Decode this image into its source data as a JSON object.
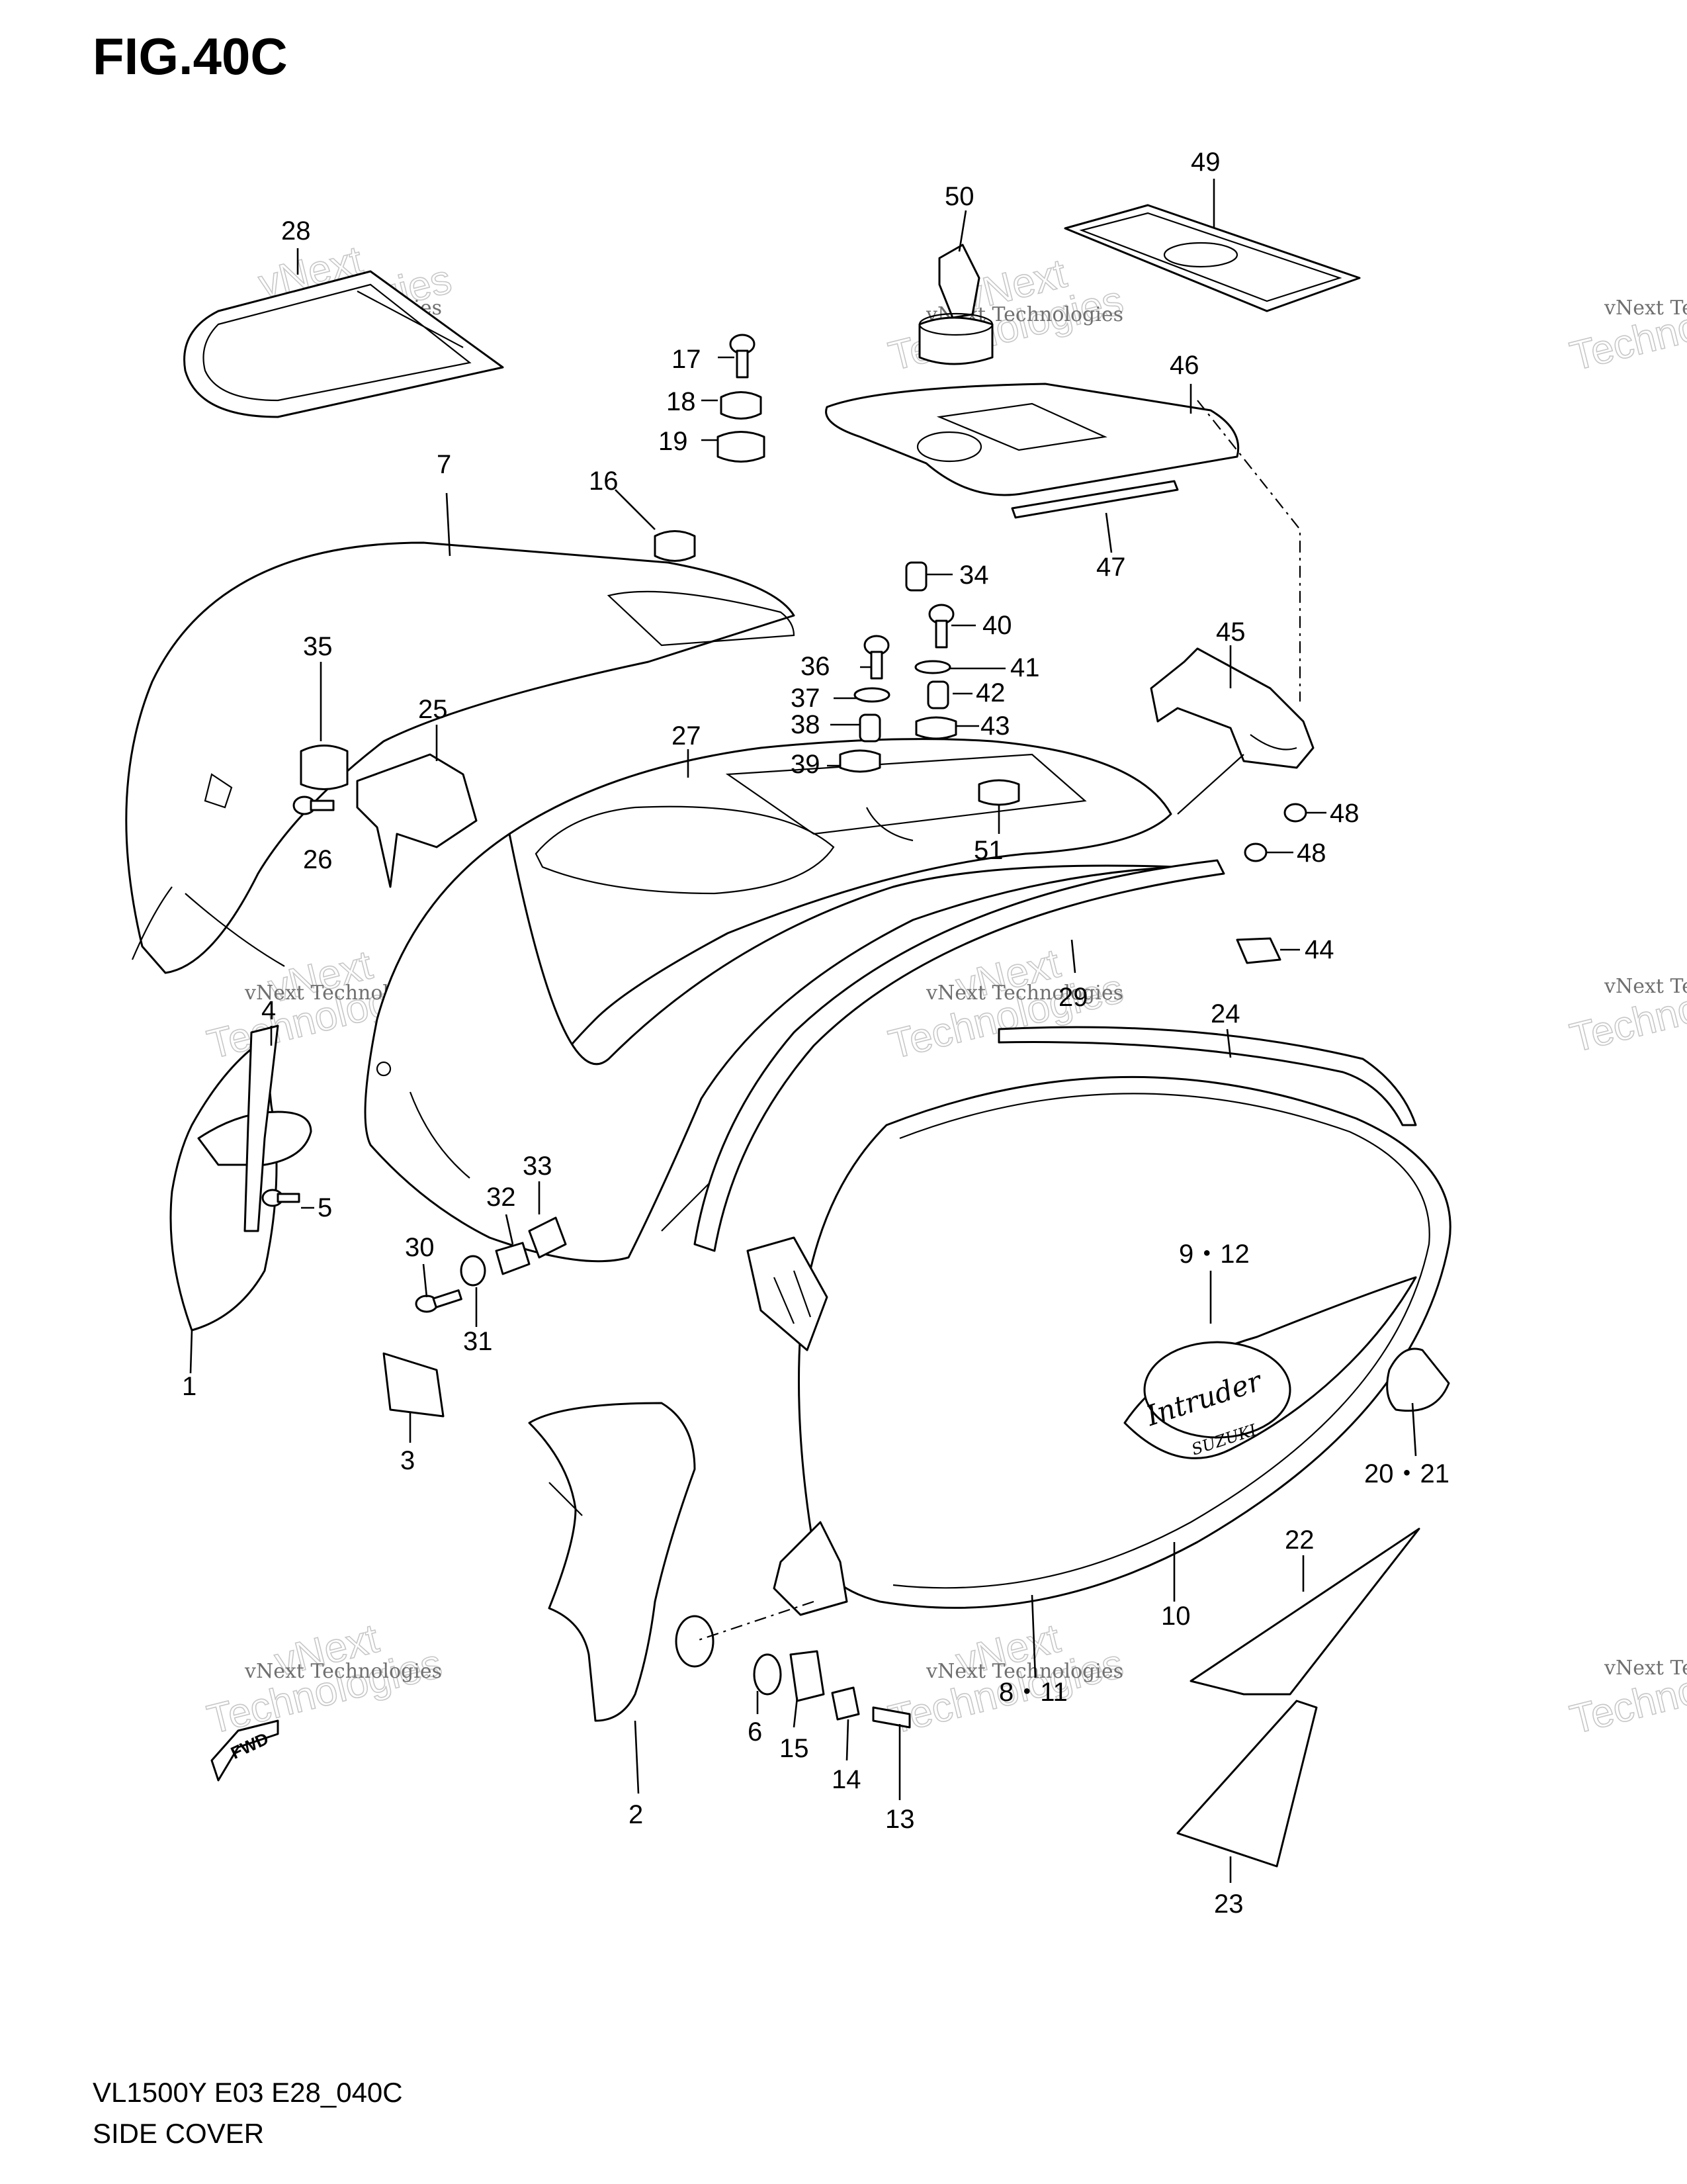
{
  "figure": {
    "title": "FIG.40C",
    "model_code": "VL1500Y E03 E28_040C",
    "section_name": "SIDE COVER"
  },
  "watermark": {
    "line_small": "vNext Technologies",
    "line_large": "Technologies",
    "line_mid": "vNext"
  },
  "badge": {
    "brand_script": "Intruder",
    "maker_script": "SUZUKI",
    "fwd_label": "FWD"
  },
  "labels": [
    {
      "id": "1",
      "text": "1"
    },
    {
      "id": "2",
      "text": "2"
    },
    {
      "id": "3",
      "text": "3"
    },
    {
      "id": "4",
      "text": "4"
    },
    {
      "id": "5",
      "text": "5"
    },
    {
      "id": "6",
      "text": "6"
    },
    {
      "id": "7",
      "text": "7"
    },
    {
      "id": "8-11",
      "text": "8・11"
    },
    {
      "id": "9-12",
      "text": "9・12"
    },
    {
      "id": "10",
      "text": "10"
    },
    {
      "id": "13",
      "text": "13"
    },
    {
      "id": "14",
      "text": "14"
    },
    {
      "id": "15",
      "text": "15"
    },
    {
      "id": "16",
      "text": "16"
    },
    {
      "id": "17",
      "text": "17"
    },
    {
      "id": "18",
      "text": "18"
    },
    {
      "id": "19",
      "text": "19"
    },
    {
      "id": "20-21",
      "text": "20・21"
    },
    {
      "id": "22",
      "text": "22"
    },
    {
      "id": "23",
      "text": "23"
    },
    {
      "id": "24",
      "text": "24"
    },
    {
      "id": "25",
      "text": "25"
    },
    {
      "id": "26",
      "text": "26"
    },
    {
      "id": "27",
      "text": "27"
    },
    {
      "id": "28",
      "text": "28"
    },
    {
      "id": "29",
      "text": "29"
    },
    {
      "id": "30",
      "text": "30"
    },
    {
      "id": "31",
      "text": "31"
    },
    {
      "id": "32",
      "text": "32"
    },
    {
      "id": "33",
      "text": "33"
    },
    {
      "id": "34",
      "text": "34"
    },
    {
      "id": "35",
      "text": "35"
    },
    {
      "id": "36",
      "text": "36"
    },
    {
      "id": "37",
      "text": "37"
    },
    {
      "id": "38",
      "text": "38"
    },
    {
      "id": "39",
      "text": "39"
    },
    {
      "id": "40",
      "text": "40"
    },
    {
      "id": "41",
      "text": "41"
    },
    {
      "id": "42",
      "text": "42"
    },
    {
      "id": "43",
      "text": "43"
    },
    {
      "id": "44",
      "text": "44"
    },
    {
      "id": "45",
      "text": "45"
    },
    {
      "id": "46",
      "text": "46"
    },
    {
      "id": "47",
      "text": "47"
    },
    {
      "id": "48a",
      "text": "48"
    },
    {
      "id": "48b",
      "text": "48"
    },
    {
      "id": "49",
      "text": "49"
    },
    {
      "id": "50",
      "text": "50"
    },
    {
      "id": "51",
      "text": "51"
    }
  ]
}
